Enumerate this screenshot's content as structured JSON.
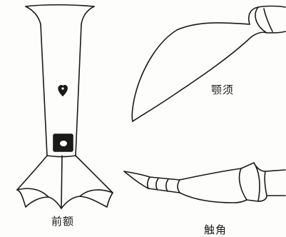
{
  "labels": {
    "frontal": "前额",
    "mandible": "颚须",
    "antenna": "触角"
  },
  "colors": {
    "ink": "#1a1a1a",
    "paper": "#fdfdfb"
  }
}
